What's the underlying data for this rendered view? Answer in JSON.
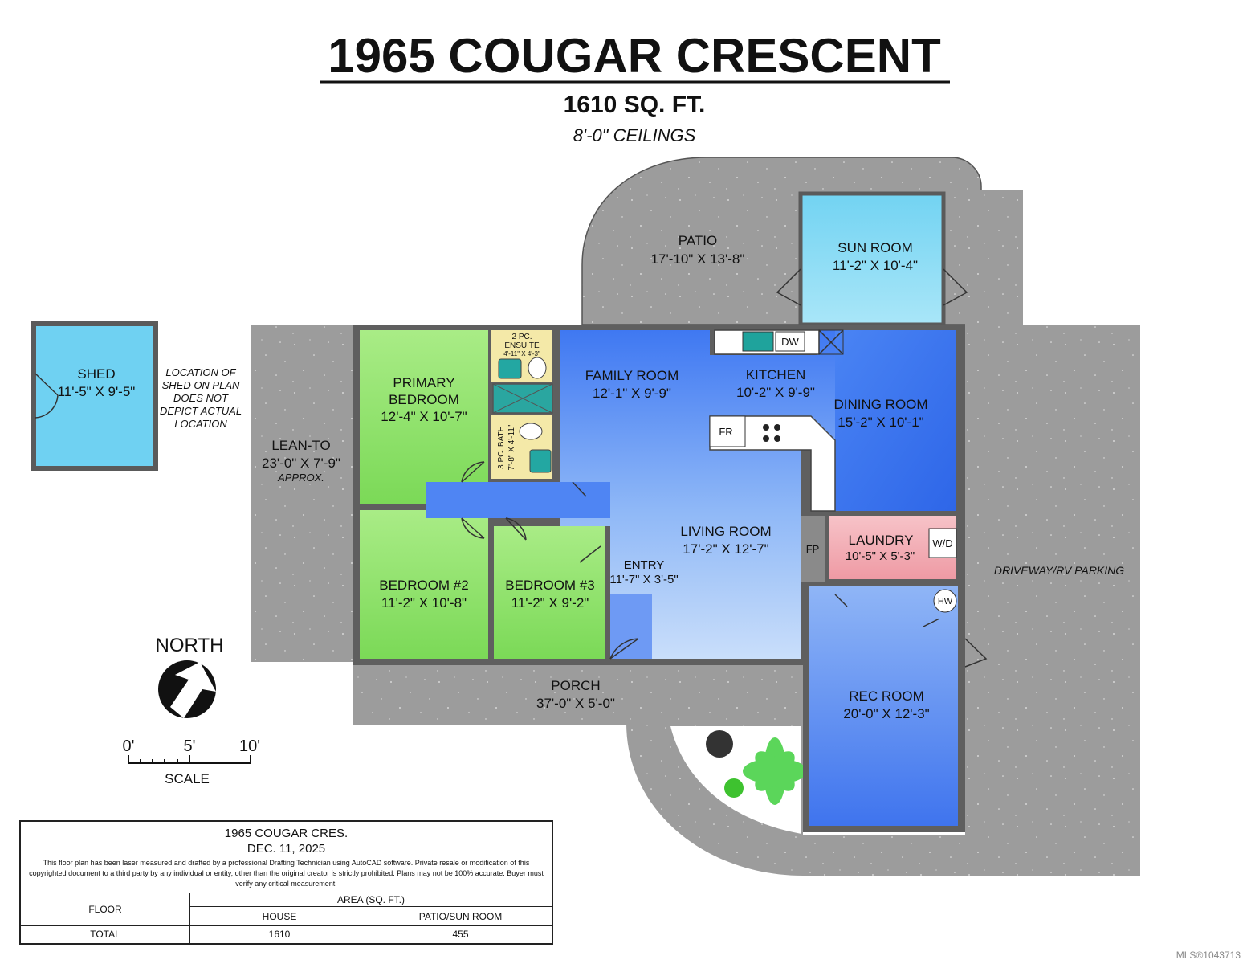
{
  "header": {
    "title": "1965 COUGAR CRESCENT",
    "area": "1610 SQ. FT.",
    "ceilings": "8'-0\" CEILINGS"
  },
  "rooms": {
    "patio": {
      "name": "PATIO",
      "dims": "17'-10\" X 13'-8\""
    },
    "sun_room": {
      "name": "SUN ROOM",
      "dims": "11'-2\" X 10'-4\""
    },
    "shed": {
      "name": "SHED",
      "dims": "11'-5\" X 9'-5\""
    },
    "shed_note": [
      "LOCATION OF",
      "SHED ON PLAN",
      "DOES NOT",
      "DEPICT ACTUAL",
      "LOCATION"
    ],
    "lean_to": {
      "name": "LEAN-TO",
      "dims": "23'-0\" X 7'-9\"",
      "note": "APPROX."
    },
    "primary_bedroom": {
      "name1": "PRIMARY",
      "name2": "BEDROOM",
      "dims": "12'-4\" X 10'-7\""
    },
    "ensuite": {
      "name1": "2 PC.",
      "name2": "ENSUITE",
      "dims": "4'-11\" X 4'-3\""
    },
    "bath": {
      "name": "3 PC. BATH",
      "dims": "7'-8\" X 4'-11\""
    },
    "family_room": {
      "name": "FAMILY ROOM",
      "dims": "12'-1\" X 9'-9\""
    },
    "kitchen": {
      "name": "KITCHEN",
      "dims": "10'-2\" X 9'-9\""
    },
    "dining_room": {
      "name": "DINING ROOM",
      "dims": "15'-2\" X 10'-1\""
    },
    "living_room": {
      "name": "LIVING ROOM",
      "dims": "17'-2\" X 12'-7\""
    },
    "laundry": {
      "name": "LAUNDRY",
      "dims": "10'-5\" X 5'-3\""
    },
    "entry": {
      "name": "ENTRY",
      "dims": "11'-7\" X 3'-5\""
    },
    "bedroom2": {
      "name": "BEDROOM #2",
      "dims": "11'-2\" X 10'-8\""
    },
    "bedroom3": {
      "name": "BEDROOM #3",
      "dims": "11'-2\" X 9'-2\""
    },
    "porch": {
      "name": "PORCH",
      "dims": "37'-0\" X 5'-0\""
    },
    "rec_room": {
      "name": "REC ROOM",
      "dims": "20'-0\" X 12'-3\""
    },
    "driveway": {
      "name": "DRIVEWAY/RV PARKING"
    }
  },
  "fixtures": {
    "dw": "DW",
    "fr": "FR",
    "fp": "FP",
    "wd": "W/D",
    "hw": "HW"
  },
  "compass": {
    "label": "NORTH"
  },
  "scale": {
    "ticks": [
      "0'",
      "5'",
      "10'"
    ],
    "label": "SCALE"
  },
  "title_block": {
    "line1": "1965 COUGAR CRES.",
    "line2": "DEC. 11, 2025",
    "note": "This floor plan has been laser measured and drafted by a professional Drafting Technician using AutoCAD software. Private resale or modification of this copyrighted document to a third party by any individual or entity, other than the original creator is strictly prohibited. Plans may not be 100% accurate.  Buyer must verify any critical measurement.",
    "floor_header": "FLOOR",
    "area_header": "AREA (SQ. FT.)",
    "col_house": "HOUSE",
    "col_patio": "PATIO/SUN ROOM",
    "row_label": "TOTAL",
    "house_value": "1610",
    "patio_value": "455"
  },
  "watermark": "MLS®1043713",
  "colors": {
    "exterior": "#9a9a9a",
    "green_room": "#8fe06a",
    "blue_room": "#4f86f7",
    "light_blue": "#7fd3ef",
    "laundry": "#f2a4ad",
    "wall": "#5f5f5f"
  }
}
